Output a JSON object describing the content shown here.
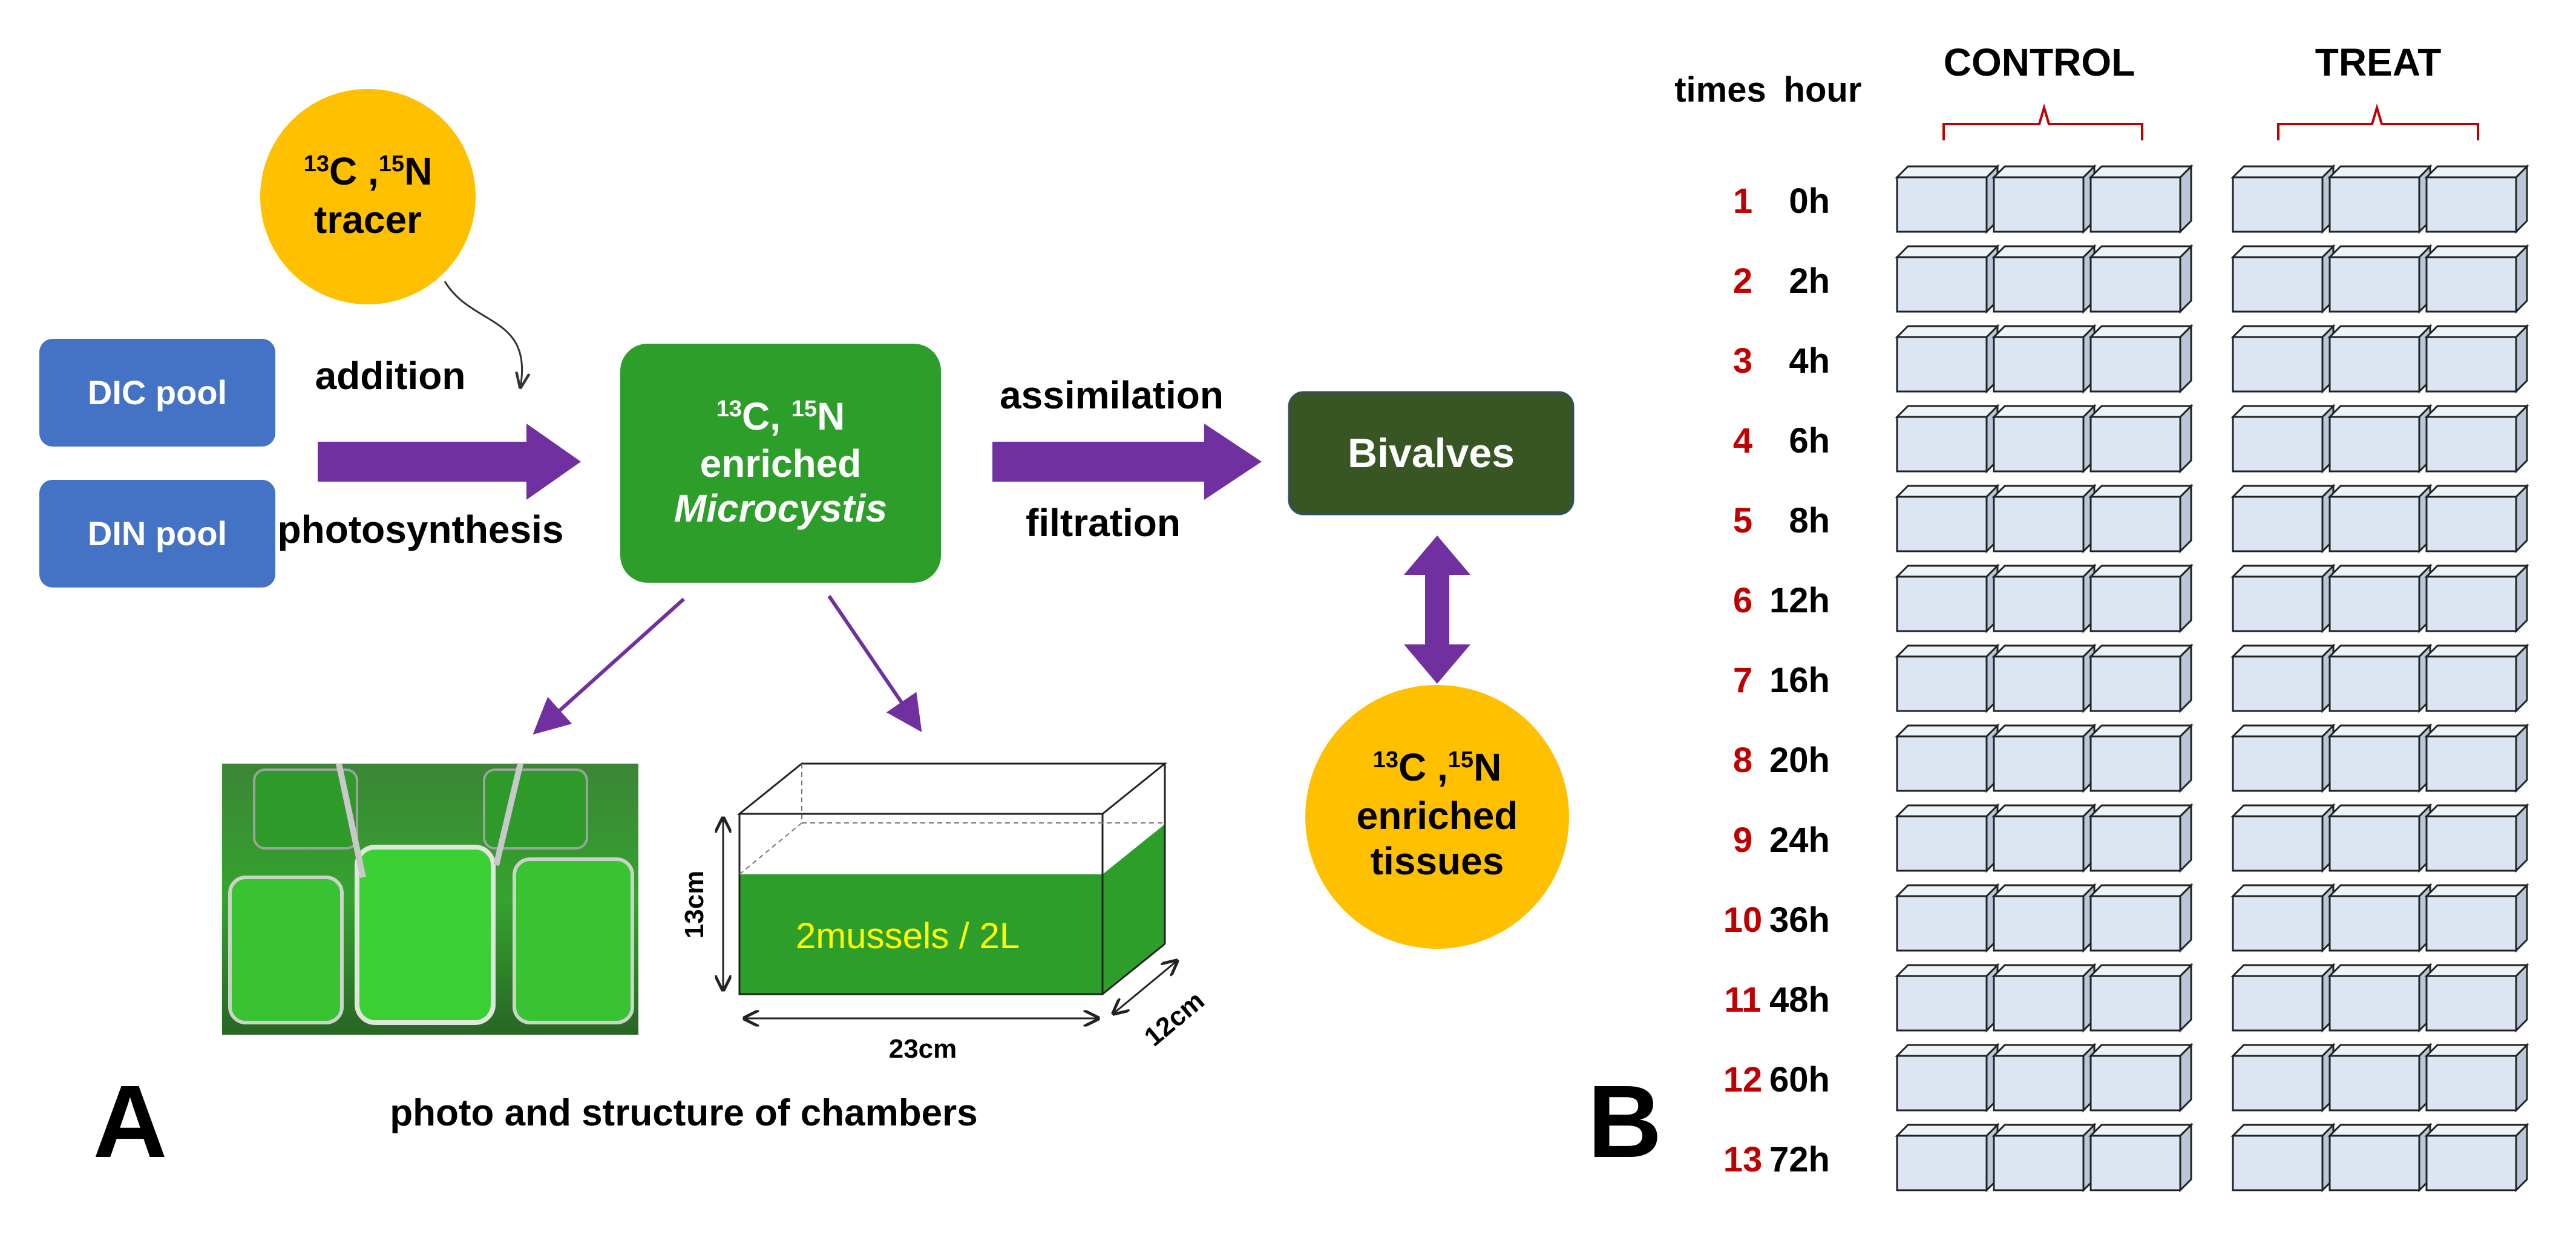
{
  "colors": {
    "blue_box": "#4472C4",
    "green_box": "#2E9E2B",
    "dark_green_box": "#375623",
    "yellow_circle": "#FFC000",
    "arrow_purple": "#7030A0",
    "panel_b_number": "#C00000",
    "bracket_red": "#C00000",
    "chamber_face": "#DCE6F2",
    "chamber_water": "#2E9E2B",
    "chamber_water_text": "#FFFF00"
  },
  "panel_a": {
    "label": "A",
    "tracer": {
      "iso1_mass": "13",
      "iso1_el": "C",
      "iso_sep": " ,",
      "iso2_mass": "15",
      "iso2_el": "N",
      "line2": "tracer"
    },
    "dic_pool": "DIC pool",
    "din_pool": "DIN pool",
    "addition": "addition",
    "photosynthesis": "photosynthesis",
    "microcystis": {
      "iso1_mass": "13",
      "iso1_el": "C,",
      "iso2_mass": "15",
      "iso2_el": "N",
      "line2": "enriched",
      "line3": "Microcystis"
    },
    "assimilation": "assimilation",
    "filtration": "filtration",
    "bivalves": "Bivalves",
    "tissues": {
      "iso1_mass": "13",
      "iso1_el": "C",
      "iso_sep": " ,",
      "iso2_mass": "15",
      "iso2_el": "N",
      "line2": "enriched",
      "line3": "tissues"
    },
    "photo_icon": "chamber-photo-icon",
    "chamber_label": "2mussels / 2L",
    "dim_height": "13cm",
    "dim_width": "23cm",
    "dim_depth": "12cm",
    "caption": "photo and structure of chambers"
  },
  "panel_b": {
    "label": "B",
    "col_times": "times",
    "col_hour": "hour",
    "control": "CONTROL",
    "treat": "TREAT",
    "rows": [
      {
        "n": "1",
        "h": "0h"
      },
      {
        "n": "2",
        "h": "2h"
      },
      {
        "n": "3",
        "h": "4h"
      },
      {
        "n": "4",
        "h": "6h"
      },
      {
        "n": "5",
        "h": "8h"
      },
      {
        "n": "6",
        "h": "12h"
      },
      {
        "n": "7",
        "h": "16h"
      },
      {
        "n": "8",
        "h": "20h"
      },
      {
        "n": "9",
        "h": "24h"
      },
      {
        "n": "10",
        "h": "36h"
      },
      {
        "n": "11",
        "h": "48h"
      },
      {
        "n": "12",
        "h": "60h"
      },
      {
        "n": "13",
        "h": "72h"
      }
    ],
    "replicates_per_group": 3
  }
}
